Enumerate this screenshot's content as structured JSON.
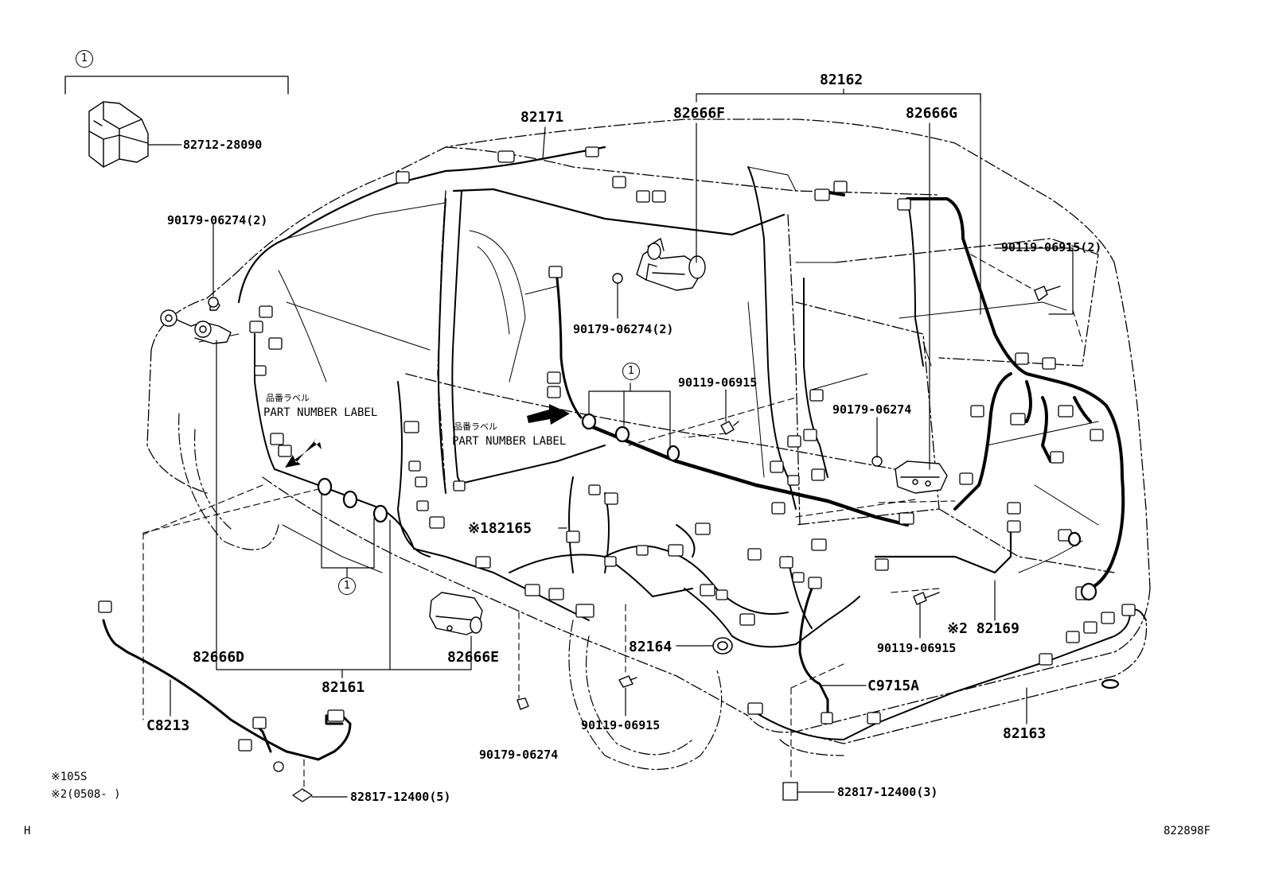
{
  "labels": {
    "circle_one": "1",
    "p82712": "82712-28090",
    "p90179_06274_2_left": "90179-06274(2)",
    "p82171": "82171",
    "p82162": "82162",
    "p82666F": "82666F",
    "p82666G": "82666G",
    "p90119_06915_2": "90119-06915(2)",
    "p90179_06274_2_mid": "90179-06274(2)",
    "p90119_06915_mid": "90119-06915",
    "p90179_06274_right": "90179-06274",
    "jp_label_1": "品番ラベル",
    "pnl_1": "PART NUMBER LABEL",
    "jp_label_2": "品番ラベル",
    "pnl_2": "PART NUMBER LABEL",
    "p82165": "※182165",
    "p82169": "※2 82169",
    "p90119_06915_lowright": "90119-06915",
    "p82164": "82164",
    "p82666D": "82666D",
    "p82666E": "82666E",
    "p82161": "82161",
    "pC9715A": "C9715A",
    "p82163": "82163",
    "pC8213": "C8213",
    "p90119_06915_bottom": "90119-06915",
    "p90179_06274_bottom": "90179-06274",
    "p82817_5": "82817-12400(5)",
    "p82817_3": "82817-12400(3)",
    "note_1": "※105S",
    "note_2": "※2(0508-      )",
    "corner_left": "H",
    "corner_right": "822898F"
  }
}
